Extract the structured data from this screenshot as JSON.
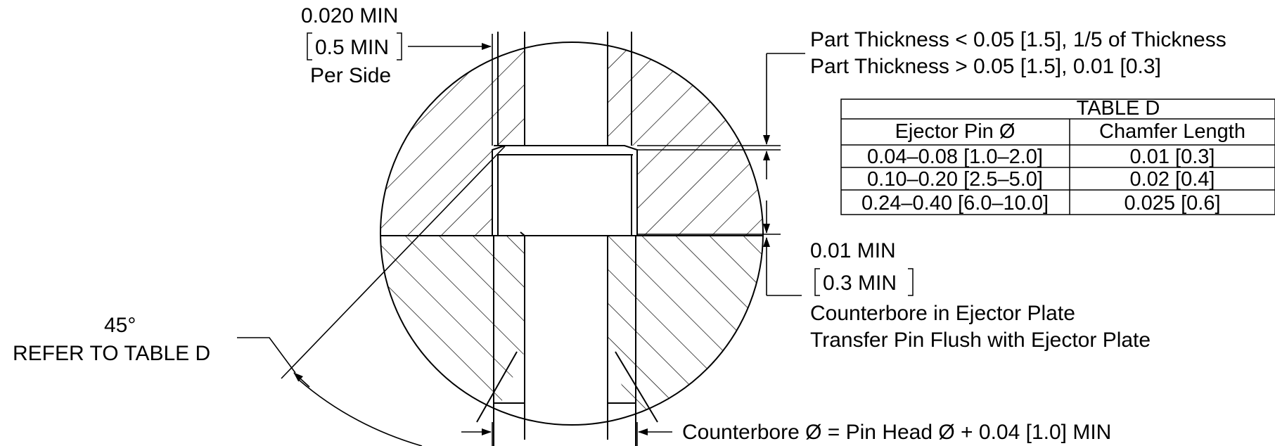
{
  "top_left_note": {
    "line1": "0.020 MIN",
    "line2": "0.5 MIN",
    "line3": "Per Side"
  },
  "top_right_note": {
    "line1": "Part Thickness < 0.05 [1.5], 1/5 of Thickness",
    "line2": "Part Thickness > 0.05 [1.5], 0.01 [0.3]"
  },
  "table": {
    "title": "TABLE D",
    "headers": [
      "Ejector Pin Ø",
      "Chamfer Length"
    ],
    "rows": [
      [
        "0.04–0.08 [1.0–2.0]",
        "0.01  [0.3]"
      ],
      [
        "0.10–0.20 [2.5–5.0]",
        "0.02 [0.4]"
      ],
      [
        "0.24–0.40 [6.0–10.0]",
        "0.025 [0.6]"
      ]
    ]
  },
  "right_note": {
    "line1": "0.01 MIN",
    "line2": "0.3 MIN",
    "line3": "Counterbore in Ejector Plate",
    "line4": "Transfer Pin Flush with Ejector Plate"
  },
  "left_note": {
    "line1": "45°",
    "line2": "REFER TO TABLE D"
  },
  "bottom_note": {
    "text": "Counterbore Ø = Pin Head Ø + 0.04 [1.0] MIN"
  },
  "colors": {
    "line": "#000000",
    "background": "#ffffff"
  }
}
